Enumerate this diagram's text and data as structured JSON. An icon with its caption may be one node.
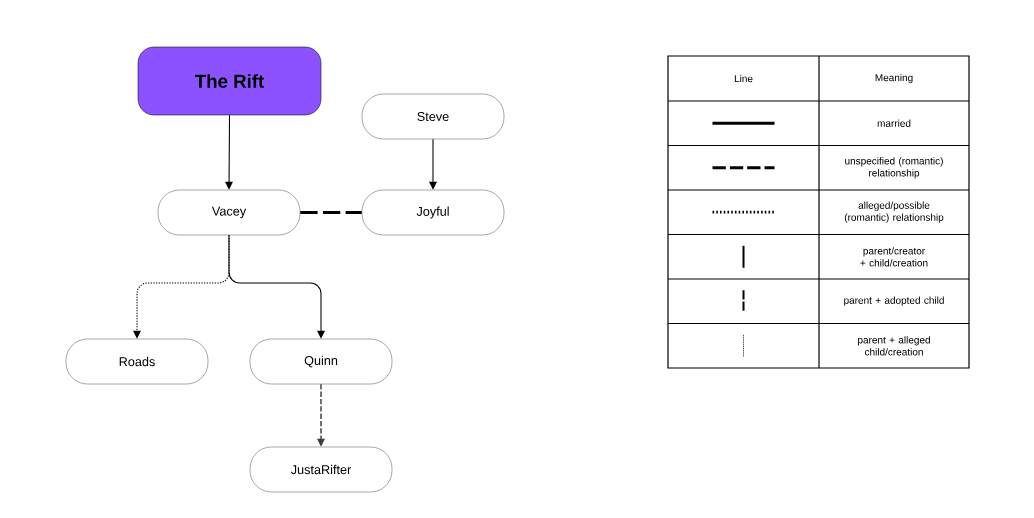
{
  "diagram": {
    "nodes": [
      {
        "text": [
          "The Rift"
        ]
      },
      {
        "text": [
          "Steve"
        ]
      },
      {
        "text": [
          "Vacey"
        ]
      },
      {
        "text": [
          "Joyful"
        ]
      },
      {
        "text": [
          "Roads"
        ]
      },
      {
        "text": [
          "Quinn"
        ]
      },
      {
        "text": [
          "JustaRifter"
        ]
      }
    ],
    "edges": [
      {
        "from": 0,
        "to": 2,
        "arrow": "to"
      },
      {
        "from": 1,
        "to": 3,
        "arrow": "to"
      },
      {
        "from": 2,
        "to": 3,
        "arrow": "none",
        "style": "dashed"
      },
      {
        "from": 2,
        "to": 4,
        "arrow": "to",
        "style": "dashed"
      },
      {
        "from": 2,
        "to": 5,
        "arrow": "to"
      },
      {
        "from": 5,
        "to": 6,
        "arrow": "to",
        "style": "dashed",
        "color": "#404040"
      }
    ],
    "labels": [
      "Line",
      "Meaning"
    ],
    "legend": [
      {
        "text": "married"
      },
      {
        "text": "unspecified (romantic) relationship"
      },
      {
        "text": "alleged/possible (romantic) relationship"
      },
      {
        "text": "parent/creator + child/creation"
      },
      {
        "text": "parent + adopted child"
      },
      {
        "text": "parent + alleged child/creation"
      }
    ]
  }
}
